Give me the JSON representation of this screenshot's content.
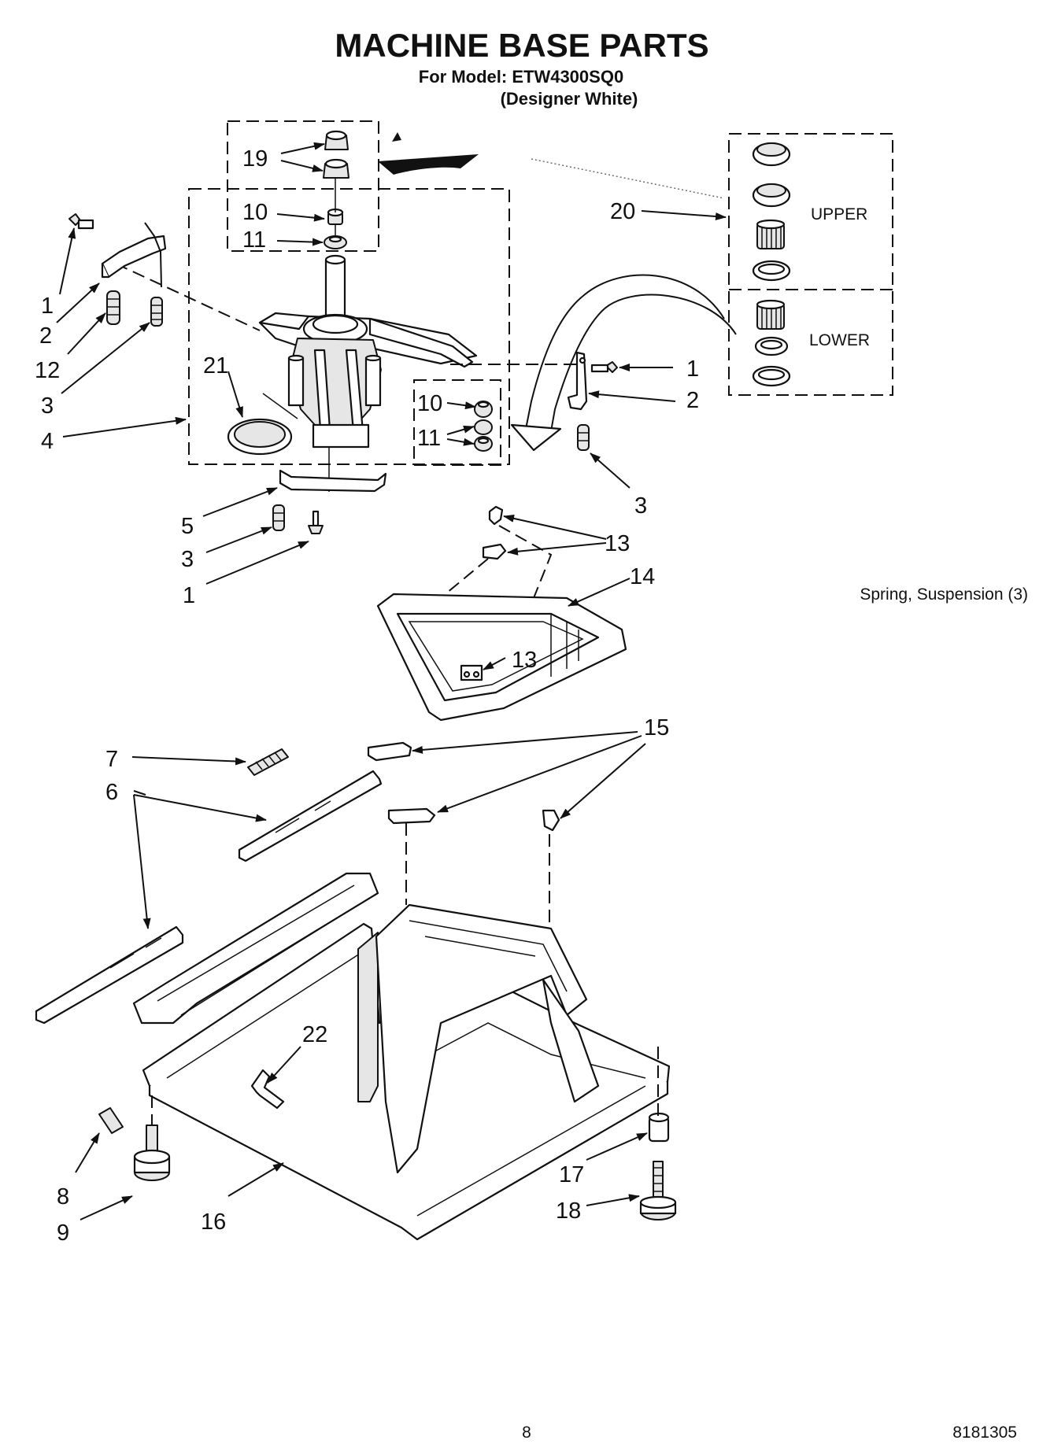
{
  "header": {
    "title": "MACHINE BASE PARTS",
    "model_line": "For Model: ETW4300SQ0",
    "variant_line": "(Designer White)"
  },
  "bearing_kit": {
    "upper_label": "UPPER",
    "lower_label": "LOWER"
  },
  "note": "Spring, Suspension (3)",
  "footer": {
    "page_number": "8",
    "doc_number": "8181305"
  },
  "callouts": [
    {
      "id": "c19",
      "text": "19"
    },
    {
      "id": "c10a",
      "text": "10"
    },
    {
      "id": "c11a",
      "text": "11"
    },
    {
      "id": "c20",
      "text": "20"
    },
    {
      "id": "c1a",
      "text": "1"
    },
    {
      "id": "c2a",
      "text": "2"
    },
    {
      "id": "c12",
      "text": "12"
    },
    {
      "id": "c3a",
      "text": "3"
    },
    {
      "id": "c21",
      "text": "21"
    },
    {
      "id": "c4",
      "text": "4"
    },
    {
      "id": "c10b",
      "text": "10"
    },
    {
      "id": "c11b",
      "text": "11"
    },
    {
      "id": "c1b",
      "text": "1"
    },
    {
      "id": "c2b",
      "text": "2"
    },
    {
      "id": "c3b",
      "text": "3"
    },
    {
      "id": "c5",
      "text": "5"
    },
    {
      "id": "c3c",
      "text": "3"
    },
    {
      "id": "c1c",
      "text": "1"
    },
    {
      "id": "c13a",
      "text": "13"
    },
    {
      "id": "c14",
      "text": "14"
    },
    {
      "id": "c13b",
      "text": "13"
    },
    {
      "id": "c7",
      "text": "7"
    },
    {
      "id": "c15",
      "text": "15"
    },
    {
      "id": "c6",
      "text": "6"
    },
    {
      "id": "c22",
      "text": "22"
    },
    {
      "id": "c8",
      "text": "8"
    },
    {
      "id": "c9",
      "text": "9"
    },
    {
      "id": "c16",
      "text": "16"
    },
    {
      "id": "c17",
      "text": "17"
    },
    {
      "id": "c18",
      "text": "18"
    }
  ]
}
